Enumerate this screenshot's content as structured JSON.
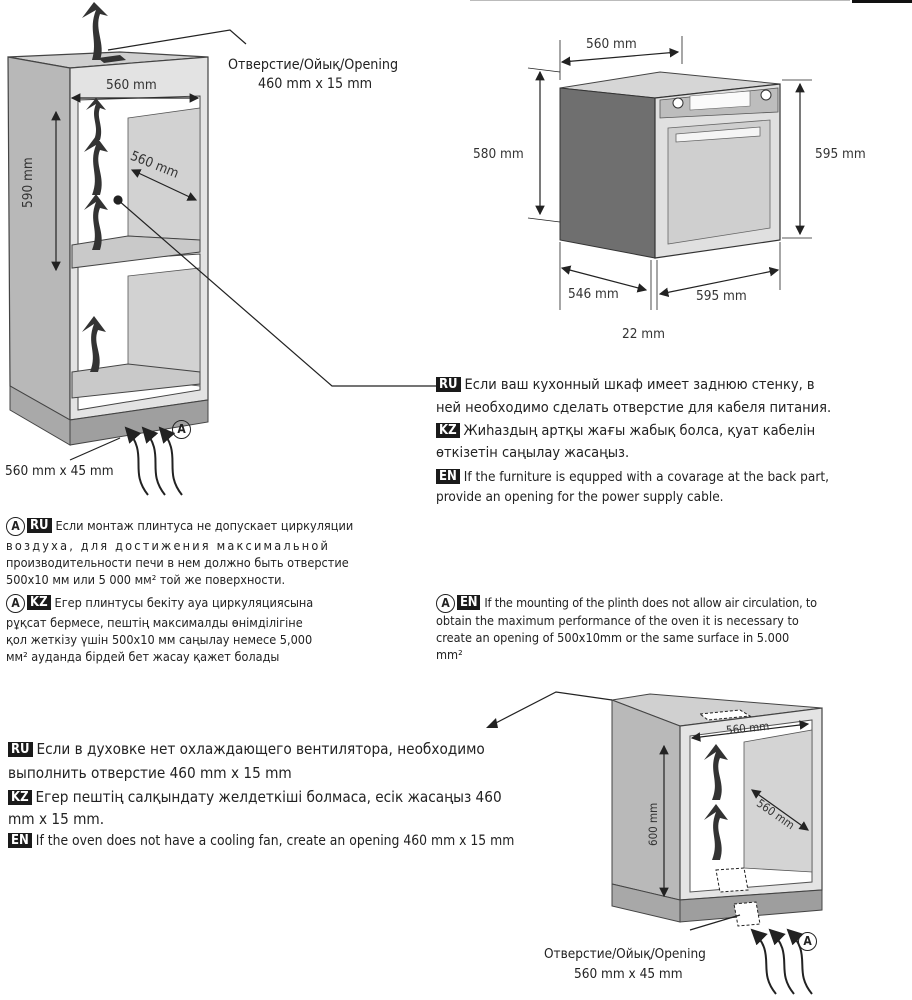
{
  "fig1": {
    "opening_label": "Отверстие/Ойық/Opening",
    "opening_size": "460 mm x 15 mm",
    "width_top": "560 mm",
    "depth": "560 mm",
    "height": "590 mm",
    "plinth_opening": "560 mm x 45 mm",
    "marker": "A"
  },
  "fig2": {
    "width": "560 mm",
    "height_left": "580 mm",
    "height_right": "595 mm",
    "depth": "546 mm",
    "front_width": "595 mm",
    "door": "22 mm"
  },
  "fig3": {
    "width": "560 mm",
    "depth": "560 mm",
    "height": "600 mm",
    "opening_label": "Отверстие/Ойық/Opening",
    "opening_size": "560 mm x 45 mm",
    "marker": "A"
  },
  "tags": {
    "ru": "RU",
    "kz": "KZ",
    "en": "EN",
    "a": "A"
  },
  "back_wall": {
    "ru_1": "Если ваш кухонный шкаф имеет заднюю стенку, в",
    "ru_2": "ней необходимо сделать отверстие для кабеля питания.",
    "kz_1": "Жиһаздың артқы жағы жабық болса, қуат кабелін",
    "kz_2": "өткізетін саңылау жасаңыз.",
    "en_1": "If the furniture is equpped with a covarage at the back part,",
    "en_2": "provide an opening for the power supply cable."
  },
  "plinth": {
    "ru_1": "Если монтаж плинтуса не допускает циркуляции",
    "ru_2": "воздуха, для достижения максимальной",
    "ru_3": "производительности печи в нем должно быть отверстие",
    "ru_4": "500х10 мм или 5 000 мм² той же поверхности.",
    "kz_1": "Егер плинтусы бекіту ауа циркуляциясына",
    "kz_2": "рұқсат бермесе, пештің максималды өнімділігіне",
    "kz_3": "қол жеткізу үшін 500х10 мм саңылау немесе 5,000",
    "kz_4": "мм² ауданда бірдей бет жасау қажет болады",
    "en_1": "If the mounting of the plinth does not allow air circulation, to",
    "en_2": "obtain the maximum performance of the oven it is necessary to",
    "en_3": "create an opening of 500x10mm or the same surface in 5.000",
    "en_4": "mm²"
  },
  "fan": {
    "ru_1": "Если в духовке нет охлаждающего вентилятора, необходимо",
    "ru_2": "выполнить отверстие 460 mm x 15 mm",
    "kz_1": "Егер пештің салқындату желдеткіші болмаса, есік жасаңыз 460",
    "kz_2": "mm x 15 mm.",
    "en_1": "If the oven does not have a cooling fan, create an opening 460 mm x 15 mm"
  }
}
